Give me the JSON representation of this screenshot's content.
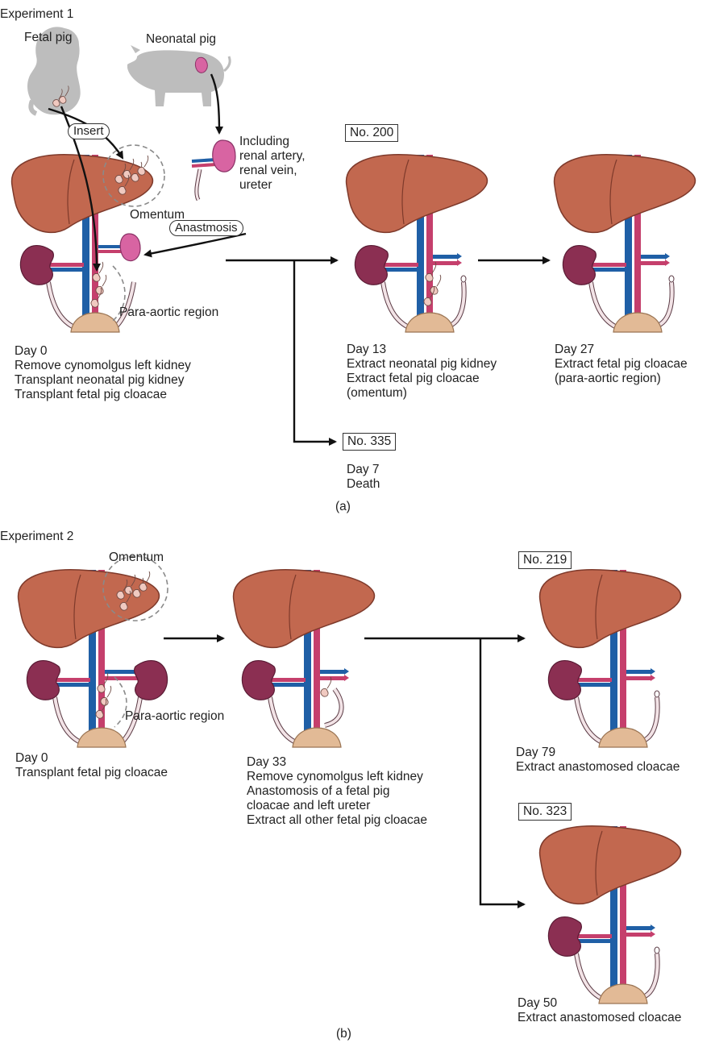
{
  "experiment1": {
    "title": "Experiment 1",
    "fetal_pig_label": "Fetal pig",
    "neonatal_pig_label": "Neonatal pig",
    "insert_label": "Insert",
    "omentum_label": "Omentum",
    "anastmosis_label": "Anastmosis",
    "vessels_label": [
      "Including",
      "renal artery,",
      "renal vein,",
      "ureter"
    ],
    "para_aortic_label": "Para-aortic region",
    "day0": [
      "Day 0",
      "Remove cynomolgus left kidney",
      "Transplant neonatal pig kidney",
      "Transplant fetal pig cloacae"
    ],
    "no200_label": "No.  200",
    "day13": [
      "Day 13",
      "Extract neonatal pig kidney",
      "Extract fetal pig cloacae",
      "(omentum)"
    ],
    "day27": [
      "Day 27",
      "Extract fetal pig cloacae",
      "(para-aortic region)"
    ],
    "no335_label": "No. 335",
    "day7": [
      "Day 7",
      "Death"
    ],
    "panel_label": "(a)"
  },
  "experiment2": {
    "title": "Experiment 2",
    "omentum_label": "Omentum",
    "para_aortic_label": "Para-aortic region",
    "day0": [
      "Day 0",
      "Transplant fetal pig cloacae"
    ],
    "day33": [
      "Day 33",
      "Remove cynomolgus left kidney",
      "Anastomosis of a fetal pig",
      "cloacae and left ureter",
      "Extract all other fetal pig cloacae"
    ],
    "no219_label": "No. 219",
    "day79": [
      "Day 79",
      "Extract anastomosed cloacae"
    ],
    "no323_label": "No. 323",
    "day50": [
      "Day 50",
      "Extract anastomosed cloacae"
    ],
    "panel_label": "(b)"
  },
  "colors": {
    "liver": "#c2684f",
    "liver_edge": "#7e3a2b",
    "vein": "#1f5fa6",
    "artery": "#c53f6c",
    "kidney": "#8b2f52",
    "ureter": "#f2e3e6",
    "pig": "#bdbdbd",
    "pig_kidney": "#d864a2",
    "cloaca": "#f0c9c0",
    "bladder": "#e2ba96"
  }
}
